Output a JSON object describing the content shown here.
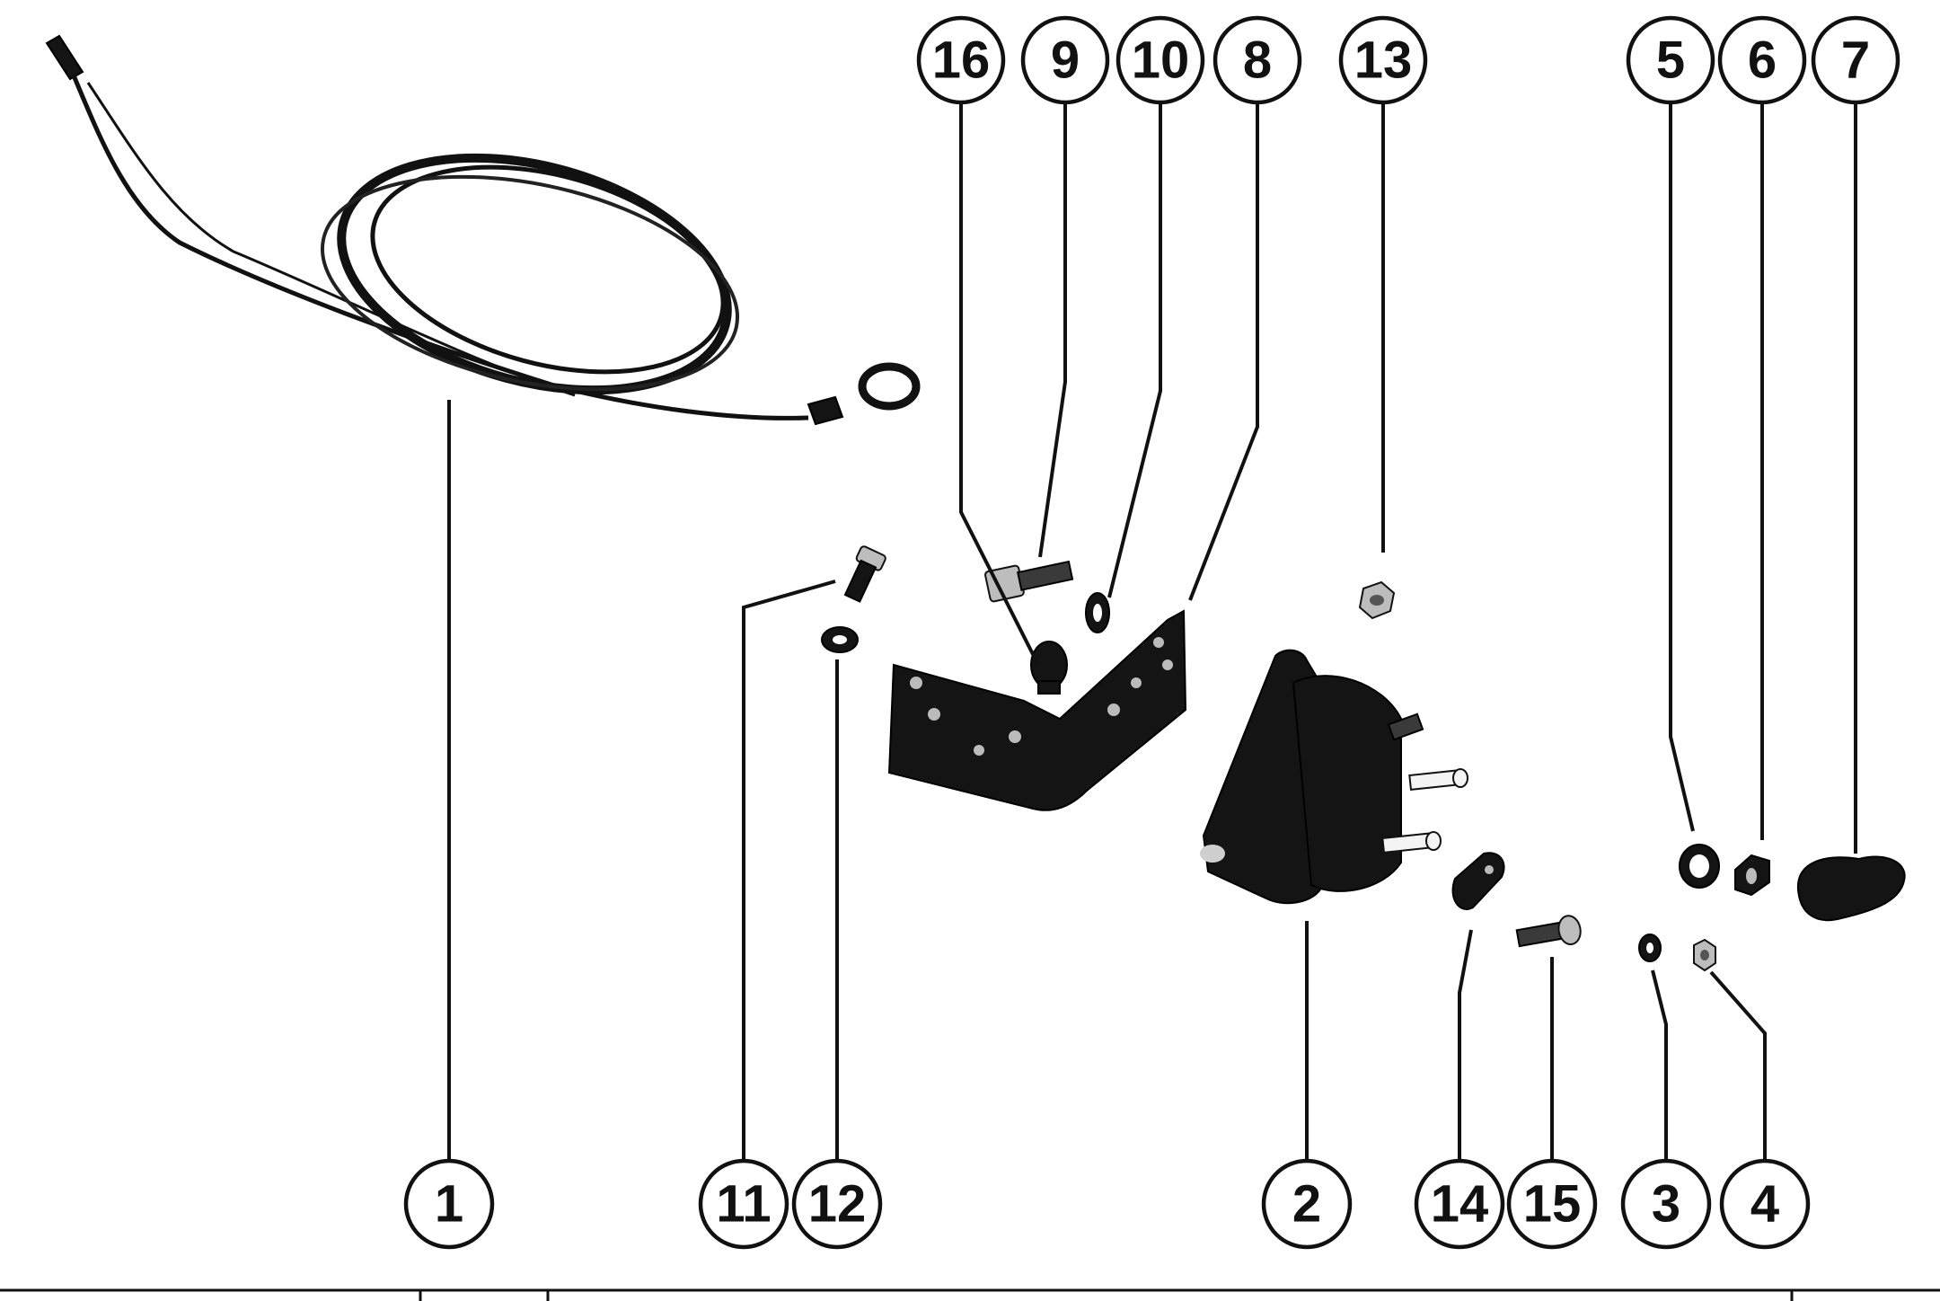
{
  "callouts": {
    "c1": "1",
    "c2": "2",
    "c3": "3",
    "c4": "4",
    "c5": "5",
    "c6": "6",
    "c7": "7",
    "c8": "8",
    "c9": "9",
    "c10": "10",
    "c11": "11",
    "c12": "12",
    "c13": "13",
    "c14": "14",
    "c15": "15",
    "c16": "16"
  },
  "colors": {
    "ink": "#111111",
    "paper": "#ffffff"
  }
}
